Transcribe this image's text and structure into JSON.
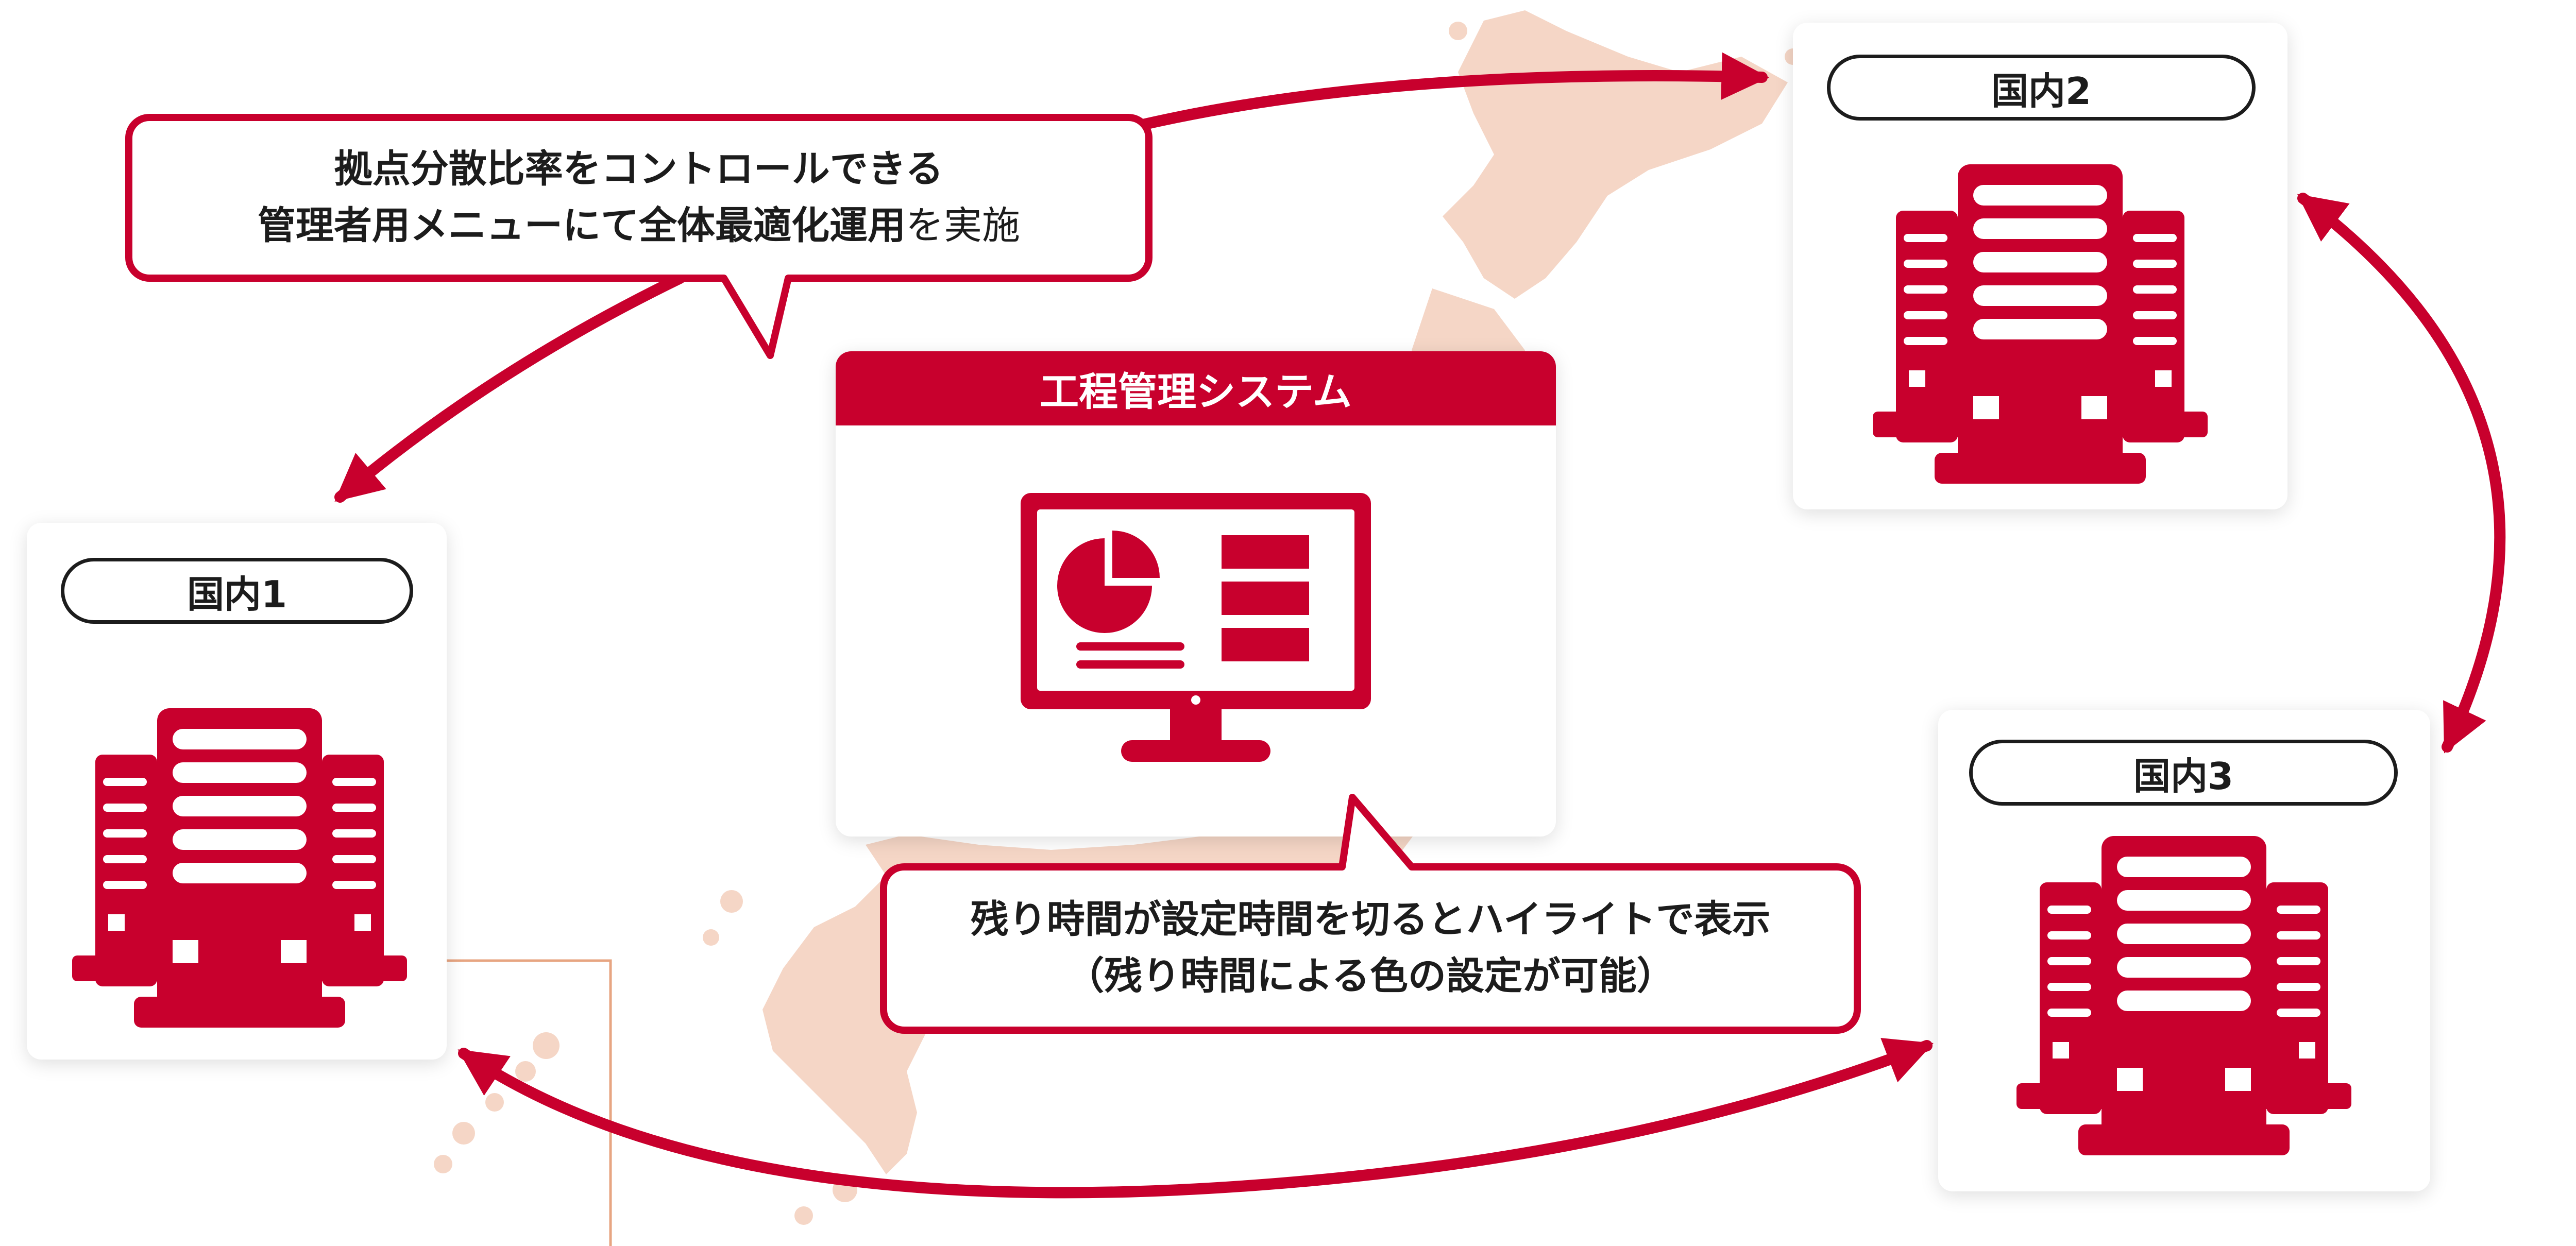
{
  "system": {
    "title": "工程管理システム"
  },
  "sites": [
    {
      "label": "国内1"
    },
    {
      "label": "国内2"
    },
    {
      "label": "国内3"
    }
  ],
  "callouts": {
    "top": {
      "line1": "拠点分散比率をコントロールできる",
      "line2_bold": "管理者用メニューにて全体最適化運用",
      "line2_normal": "を実施"
    },
    "bottom": {
      "line1": "残り時間が設定時間を切るとハイライトで表示",
      "line2": "（残り時間による色の設定が可能）"
    }
  },
  "colors": {
    "accent": "#c8002d",
    "map": "#f5d6c6",
    "text": "#1c1c1c"
  },
  "icons": [
    "japan-map",
    "building-icon",
    "monitor-dashboard-icon",
    "pie-chart-icon"
  ]
}
